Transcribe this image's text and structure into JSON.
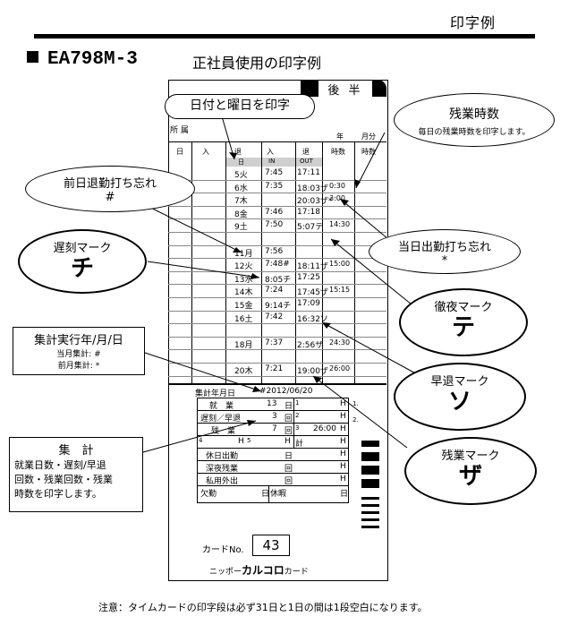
{
  "header": {
    "title": "印字例",
    "model": "EA798M-3",
    "subtitle": "正社員使用の印字例"
  },
  "card": {
    "half_label": "後 半",
    "dept_label": "所 属",
    "year_label": "年",
    "month_label": "月分",
    "col_headers": [
      "日",
      "入",
      "退",
      "入",
      "退",
      "時数",
      "時数"
    ],
    "sub_headers": [
      "日",
      "IN",
      "OUT"
    ],
    "rows": [
      {
        "d": "5火",
        "in": "7:45",
        "out": "17:11",
        "ot": ""
      },
      {
        "d": "6水",
        "in": "7:35",
        "out": "18:03ザ",
        "ot": "0:30"
      },
      {
        "d": "7木",
        "in": "",
        "out": "20:03ザ*",
        "ot": "3:00"
      },
      {
        "d": "8金",
        "in": "7:46",
        "out": "17:18",
        "ot": ""
      },
      {
        "d": "9土",
        "in": "7:50",
        "out": "5:07テ",
        "ot": "14:30"
      },
      {
        "d": "",
        "in": "",
        "out": "",
        "ot": ""
      },
      {
        "d": "11月",
        "in": "7:56",
        "out": "",
        "ot": ""
      },
      {
        "d": "12火",
        "in": "7:48#",
        "out": "18:11ザ",
        "ot": "15:00"
      },
      {
        "d": "13水",
        "in": "8:05チ",
        "out": "17:25",
        "ot": ""
      },
      {
        "d": "14木",
        "in": "7:24",
        "out": "17:45ザ",
        "ot": "15:15"
      },
      {
        "d": "15金",
        "in": "9:14チ",
        "out": "17:09",
        "ot": ""
      },
      {
        "d": "16土",
        "in": "7:42",
        "out": "16:32ソ",
        "ot": ""
      },
      {
        "d": "",
        "in": "",
        "out": "",
        "ot": ""
      },
      {
        "d": "18月",
        "in": "7:37",
        "out": "2:56ザ",
        "ot": "24:30"
      },
      {
        "d": "",
        "in": "",
        "out": "",
        "ot": ""
      },
      {
        "d": "20木",
        "in": "7:21",
        "out": "19:00ザ",
        "ot": "26:00"
      }
    ],
    "summary": {
      "date_label": "集計年月日",
      "date_value": "#2012/06/20",
      "row1_label": "就　業",
      "row1_val": "13",
      "row1_unit": "日",
      "row2_label": "遅刻／早退",
      "row2_val": "3",
      "row2_unit": "回",
      "row3_label": "残　業",
      "row3_val": "7",
      "row3_unit": "回",
      "row3_hours": "26:00",
      "h_label": "H",
      "n1": "1",
      "n2": "2",
      "n3": "3",
      "n4": "4",
      "n5": "5",
      "kei": "計",
      "rows_extra": [
        {
          "label": "休日出勤",
          "unit": "日"
        },
        {
          "label": "深夜残業",
          "unit": "回"
        },
        {
          "label": "私用外出",
          "unit": "回"
        }
      ],
      "absent_label": "欠勤",
      "absent_unit": "日",
      "holiday_label": "休暇",
      "holiday_unit": "日"
    },
    "card_no_label": "カードNo.",
    "card_no": "43",
    "brand_small": "ニッポー",
    "brand": "カルコロ",
    "brand_suffix": "カード",
    "side1": "1.",
    "side2": "2."
  },
  "callouts": {
    "date_print": "日付と曜日を印字",
    "overtime_hours_title": "残業時数",
    "overtime_hours_desc": "毎日の残業時数を印字します。",
    "prev_day_forgot_title": "前日退勤打ち忘れ",
    "prev_day_forgot_mark": "#",
    "late_title": "遅刻マーク",
    "late_mark": "チ",
    "same_day_forgot_title": "当日出勤打ち忘れ",
    "same_day_forgot_mark": "*",
    "allnight_title": "徹夜マーク",
    "allnight_mark": "テ",
    "agg_title": "集計実行年/月/日",
    "agg_line1": "当月集計: #",
    "agg_line2": "前月集計: *",
    "early_title": "早退マーク",
    "early_mark": "ソ",
    "overtime_mark_title": "残業マーク",
    "overtime_mark": "ザ",
    "summary_title": "集　計",
    "summary_desc1": "就業日数・遅刻/早退",
    "summary_desc2": "回数・残業回数・残業",
    "summary_desc3": "時数を印字します。"
  },
  "note": "注意：タイムカードの印字段は必ず31日と1日の間は1段空白になります。"
}
